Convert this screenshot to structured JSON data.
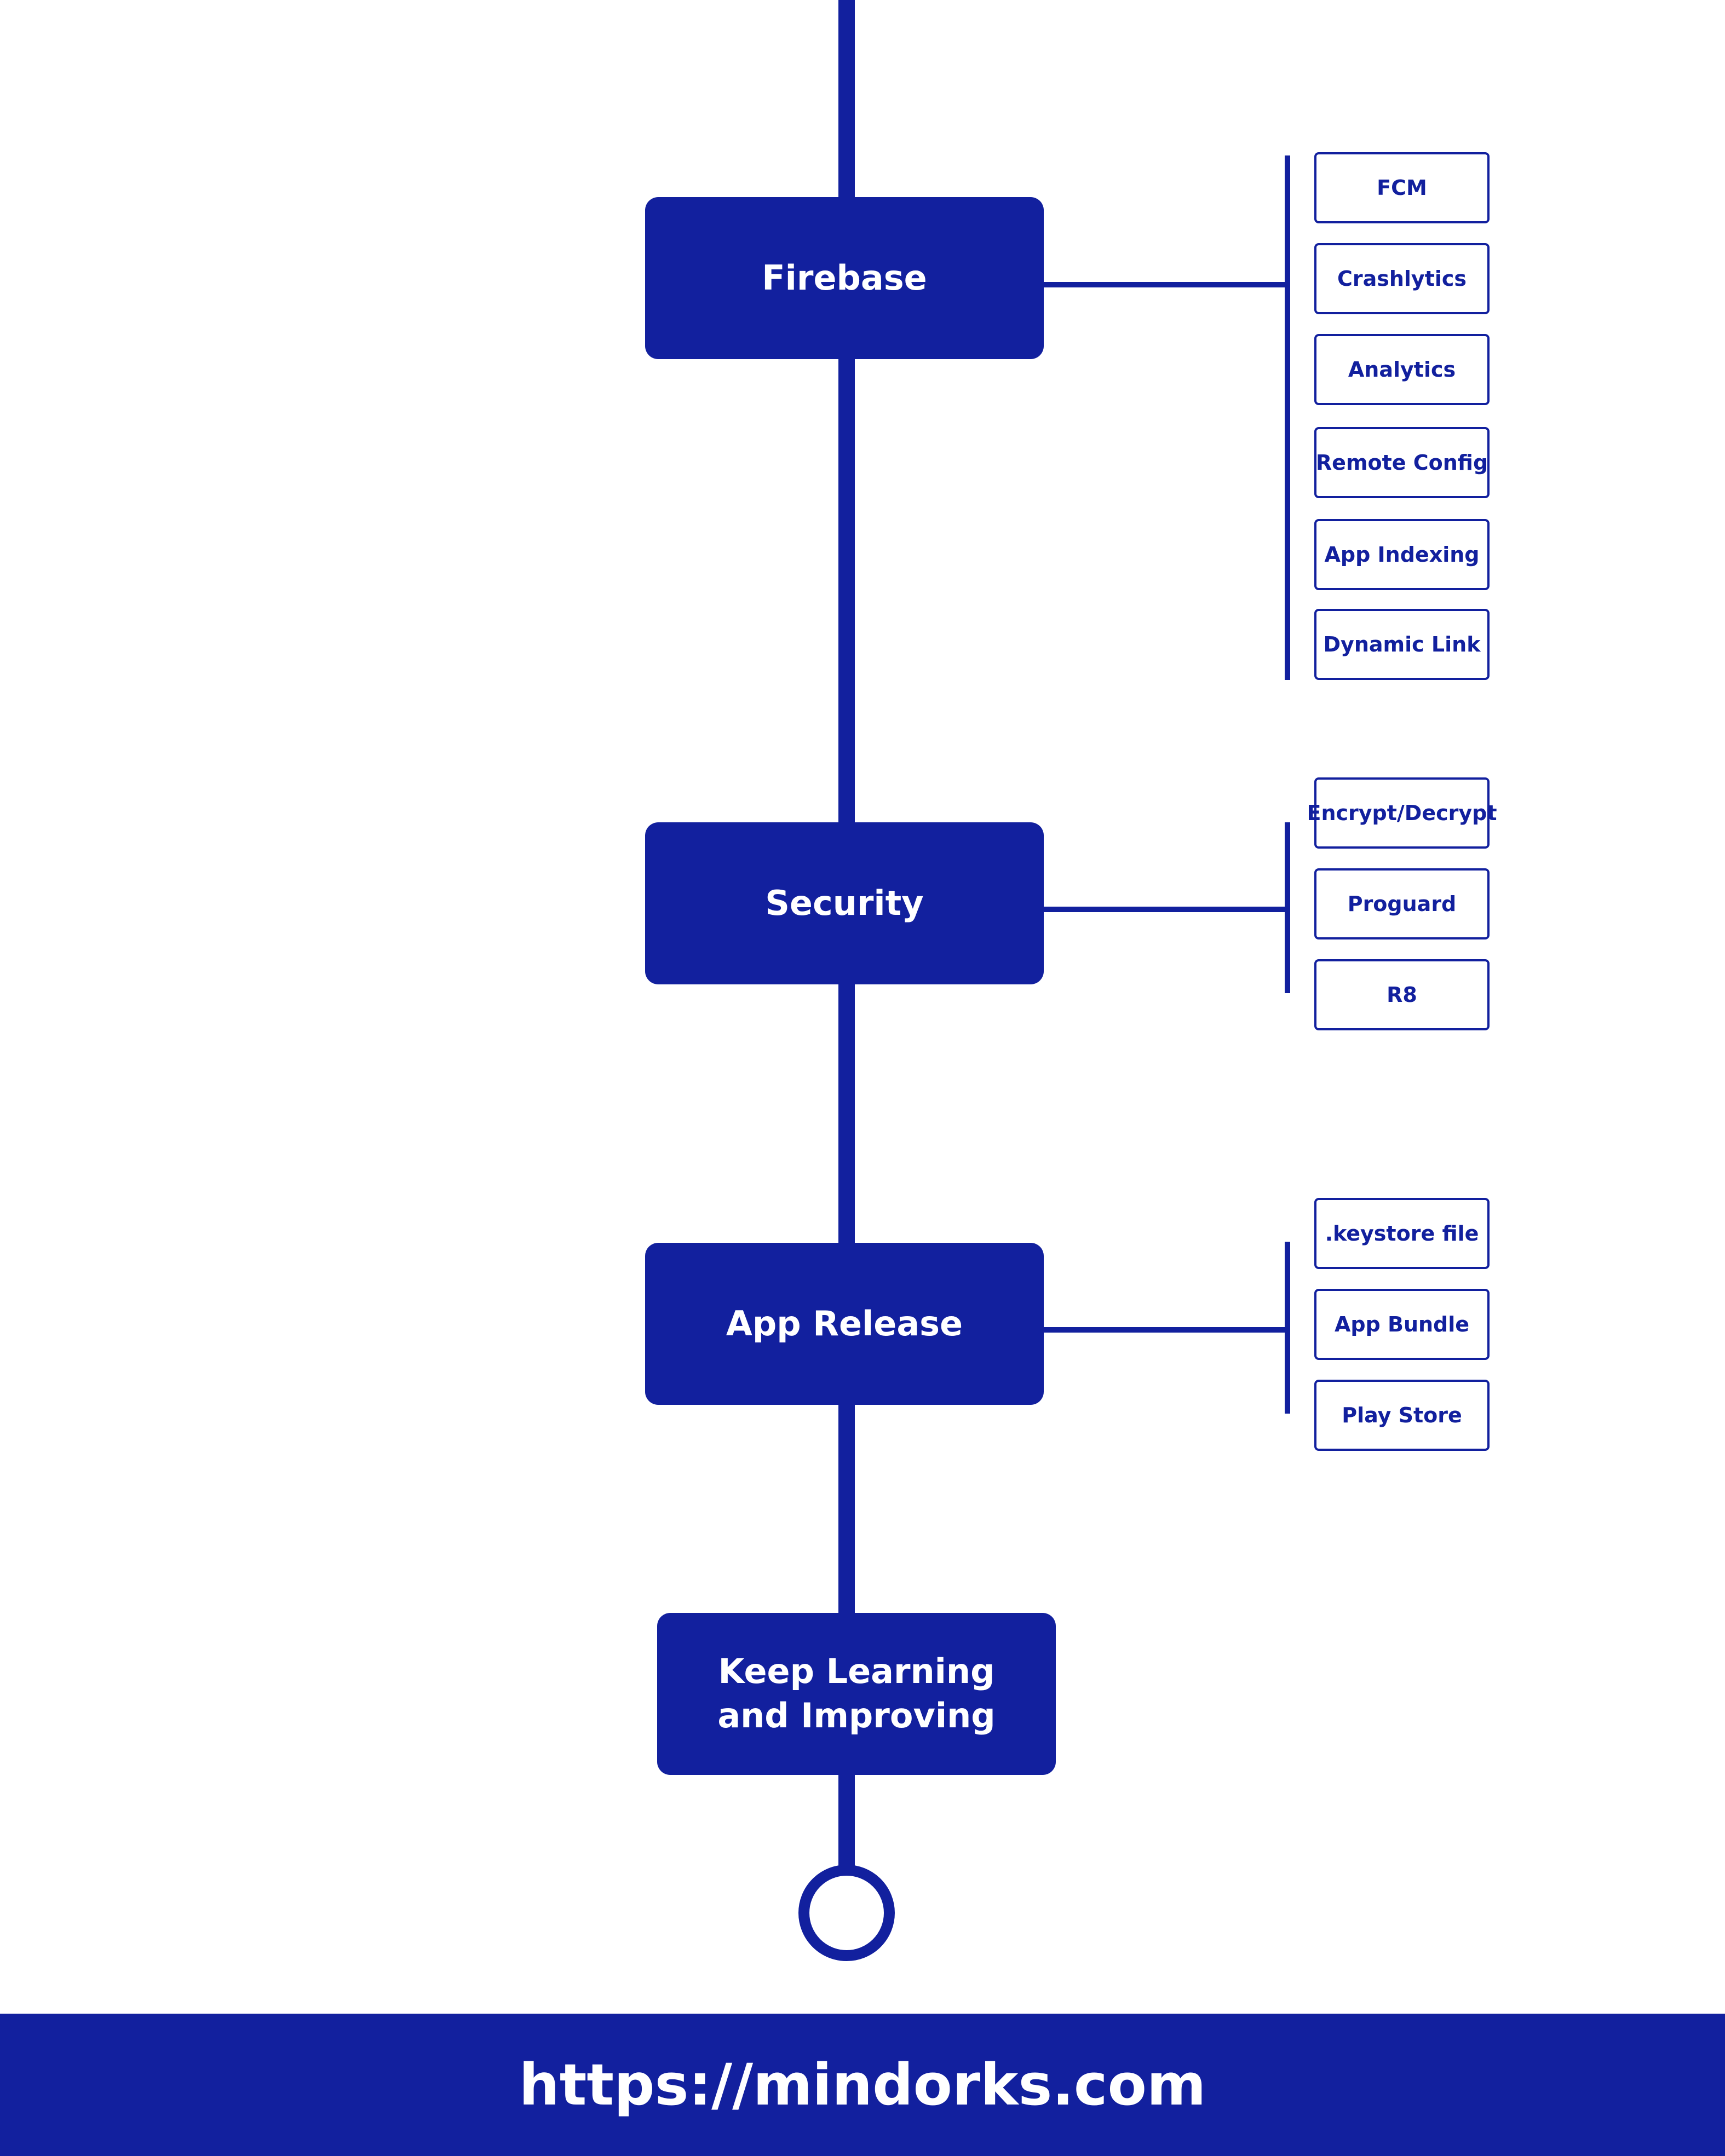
{
  "colors": {
    "primary": "#12209e",
    "background": "#ffffff",
    "node_text": "#ffffff"
  },
  "nodes": [
    {
      "label": "Firebase",
      "children": [
        "FCM",
        "Crashlytics",
        "Analytics",
        "Remote Config",
        "App Indexing",
        "Dynamic Link"
      ]
    },
    {
      "label": "Security",
      "children": [
        "Encrypt/Decrypt",
        "Proguard",
        "R8"
      ]
    },
    {
      "label": "App Release",
      "children": [
        ".keystore file",
        "App Bundle",
        "Play Store"
      ]
    },
    {
      "label": "Keep Learning and Improving",
      "children": []
    }
  ],
  "footer": {
    "url": "https://mindorks.com"
  }
}
